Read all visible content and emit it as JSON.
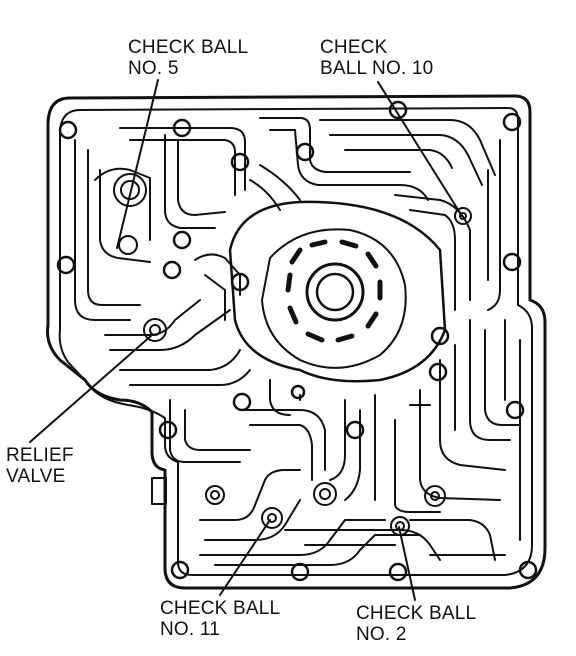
{
  "callouts": {
    "check_ball_5": {
      "line1": "CHECK BALL",
      "line2": "NO. 5"
    },
    "check_ball_10": {
      "line1": "CHECK",
      "line2": "BALL NO. 10"
    },
    "relief_valve": {
      "line1": "RELIEF",
      "line2": "VALVE"
    },
    "check_ball_11": {
      "line1": "CHECK BALL",
      "line2": "NO. 11"
    },
    "check_ball_2": {
      "line1": "CHECK BALL",
      "line2": "NO. 2"
    }
  },
  "colors": {
    "ink": "#111111",
    "paper": "#ffffff"
  }
}
